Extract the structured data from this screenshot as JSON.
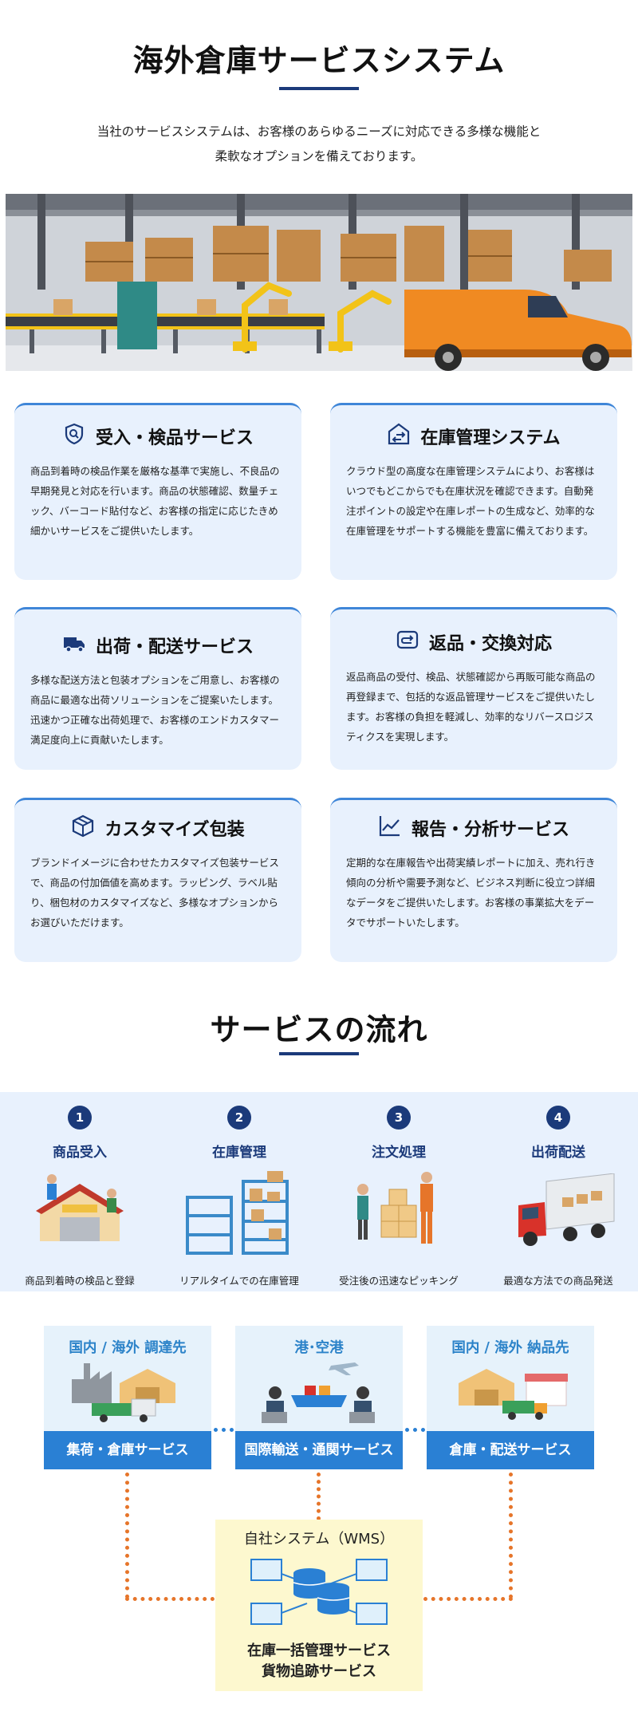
{
  "page": {
    "title": "海外倉庫サービスシステム",
    "intro_line1": "当社のサービスシステムは、お客様のあらゆるニーズに対応できる多様な機能と",
    "intro_line2": "柔軟なオプションを備えております。"
  },
  "services": [
    {
      "title": "受入・検品サービス",
      "icon": "inspection-shield-icon",
      "body": "商品到着時の検品作業を厳格な基準で実施し、不良品の早期発見と対応を行います。商品の状態確認、数量チェック、バーコード貼付など、お客様の指定に応じたきめ細かいサービスをご提供いたします。"
    },
    {
      "title": "在庫管理システム",
      "icon": "warehouse-exchange-icon",
      "body": "クラウド型の高度な在庫管理システムにより、お客様はいつでもどこからでも在庫状況を確認できます。自動発注ポイントの設定や在庫レポートの生成など、効率的な在庫管理をサポートする機能を豊富に備えております。"
    },
    {
      "title": "出荷・配送サービス",
      "icon": "delivery-truck-icon",
      "body": "多様な配送方法と包装オプションをご用意し、お客様の商品に最適な出荷ソリューションをご提案いたします。迅速かつ正確な出荷処理で、お客様のエンドカスタマー満足度向上に貢献いたします。"
    },
    {
      "title": "返品・交換対応",
      "icon": "return-arrow-icon",
      "body": "返品商品の受付、検品、状態確認から再販可能な商品の再登録まで、包括的な返品管理サービスをご提供いたします。お客様の負担を軽減し、効率的なリバースロジスティクスを実現します。"
    },
    {
      "title": "カスタマイズ包装",
      "icon": "package-box-icon",
      "body": "ブランドイメージに合わせたカスタマイズ包装サービスで、商品の付加価値を高めます。ラッピング、ラベル貼り、梱包材のカスタマイズなど、多様なオプションからお選びいただけます。"
    },
    {
      "title": "報告・分析サービス",
      "icon": "line-chart-icon",
      "body": "定期的な在庫報告や出荷実績レポートに加え、売れ行き傾向の分析や需要予測など、ビジネス判断に役立つ詳細なデータをご提供いたします。お客様の事業拡大をデータでサポートいたします。"
    }
  ],
  "flow": {
    "title": "サービスの流れ",
    "steps": [
      {
        "num": "1",
        "title": "商品受入",
        "caption": "商品到着時の検品と登録"
      },
      {
        "num": "2",
        "title": "在庫管理",
        "caption": "リアルタイムでの在庫管理"
      },
      {
        "num": "3",
        "title": "注文処理",
        "caption": "受注後の迅速なピッキング"
      },
      {
        "num": "4",
        "title": "出荷配送",
        "caption": "最適な方法での商品発送"
      }
    ]
  },
  "diagram": {
    "boxes": [
      {
        "title": "国内 / 海外 調達先",
        "band": "集荷・倉庫サービス"
      },
      {
        "title": "港･空港",
        "band": "国際輸送・通関サービス"
      },
      {
        "title": "国内 / 海外 納品先",
        "band": "倉庫・配送サービス"
      }
    ],
    "wms_title": "自社システム（WMS）",
    "wms_line1": "在庫一括管理サービス",
    "wms_line2": "貨物追跡サービス"
  },
  "colors": {
    "navy": "#1b3a7a",
    "accent_blue": "#2a80d4",
    "card_bg": "#e8f1fd",
    "orange_dots": "#e6752a",
    "wms_bg": "#fdf8cf"
  }
}
